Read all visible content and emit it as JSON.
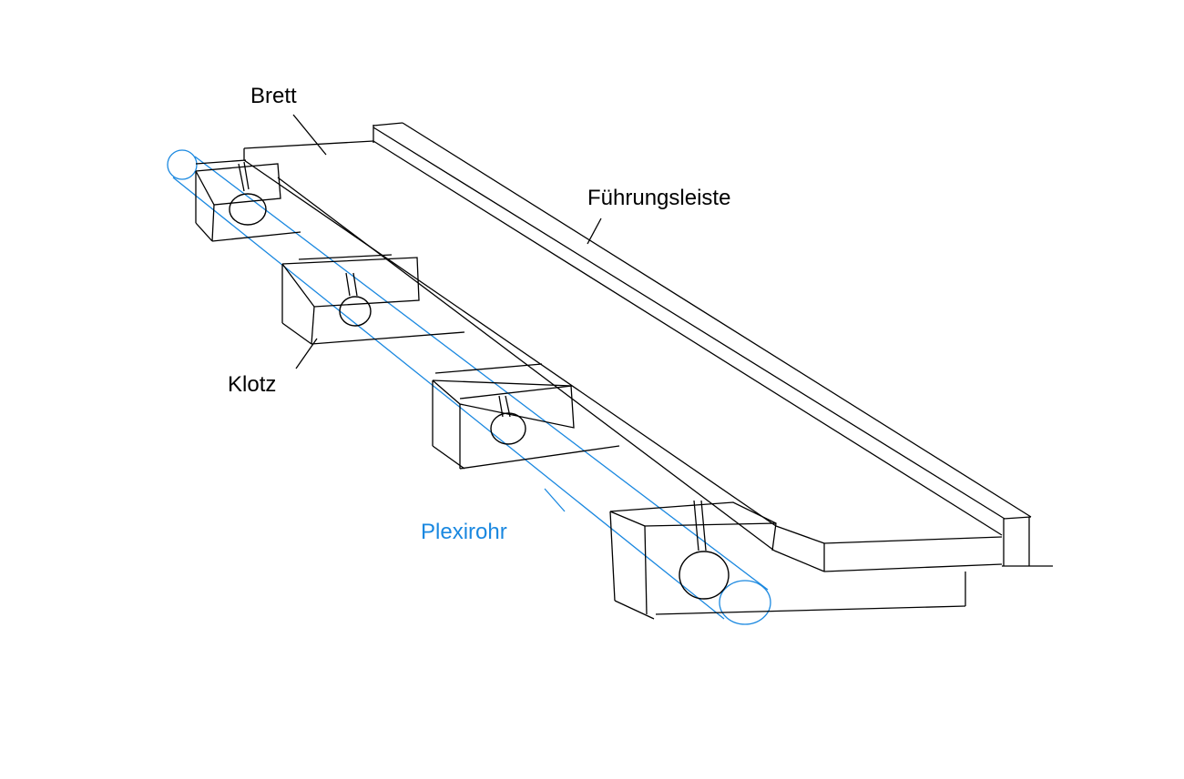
{
  "labels": {
    "board": "Brett",
    "guide_rail": "Führungsleiste",
    "block": "Klotz",
    "tube": "Plexirohr"
  },
  "colors": {
    "line": "#000000",
    "tube": "#1a88e0",
    "background": "#ffffff"
  }
}
